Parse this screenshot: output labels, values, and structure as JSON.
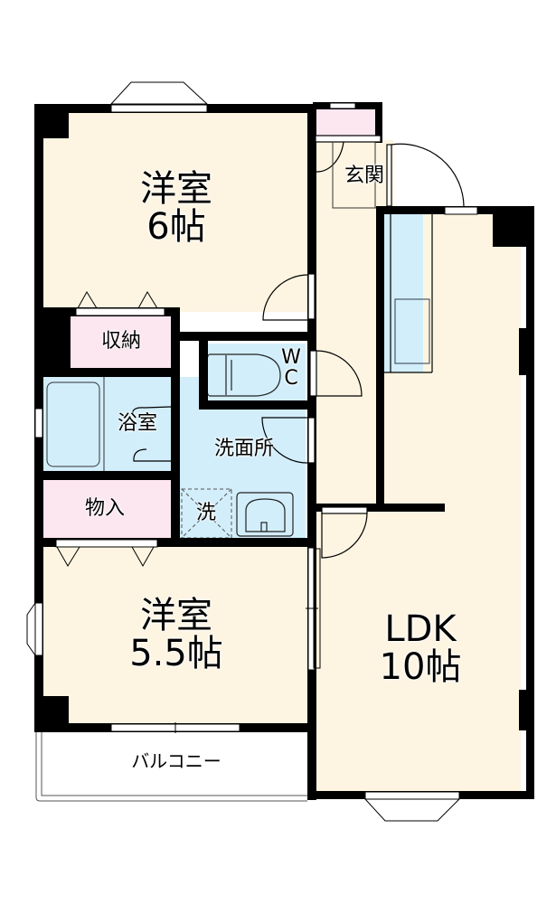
{
  "floorplan": {
    "colors": {
      "wall": "#000000",
      "room": "#fdf5e2",
      "wet": "#d2eefb",
      "storage": "#fce6ef",
      "window": "#ffffff",
      "outside": "#ffffff"
    },
    "rooms": {
      "western1": {
        "name": "洋室",
        "size": "6帖"
      },
      "western2": {
        "name": "洋室",
        "size": "5.5帖"
      },
      "ldk": {
        "name": "LDK",
        "size": "10帖"
      },
      "entrance": {
        "name": "玄関"
      },
      "storage1": {
        "name": "収納"
      },
      "storage2": {
        "name": "物入"
      },
      "bath": {
        "name": "浴室"
      },
      "washroom": {
        "name": "洗面所"
      },
      "laundry": {
        "name": "洗"
      },
      "toilet": {
        "name_line1": "W",
        "name_line2": "C"
      },
      "balcony": {
        "name": "バルコニー"
      }
    }
  }
}
